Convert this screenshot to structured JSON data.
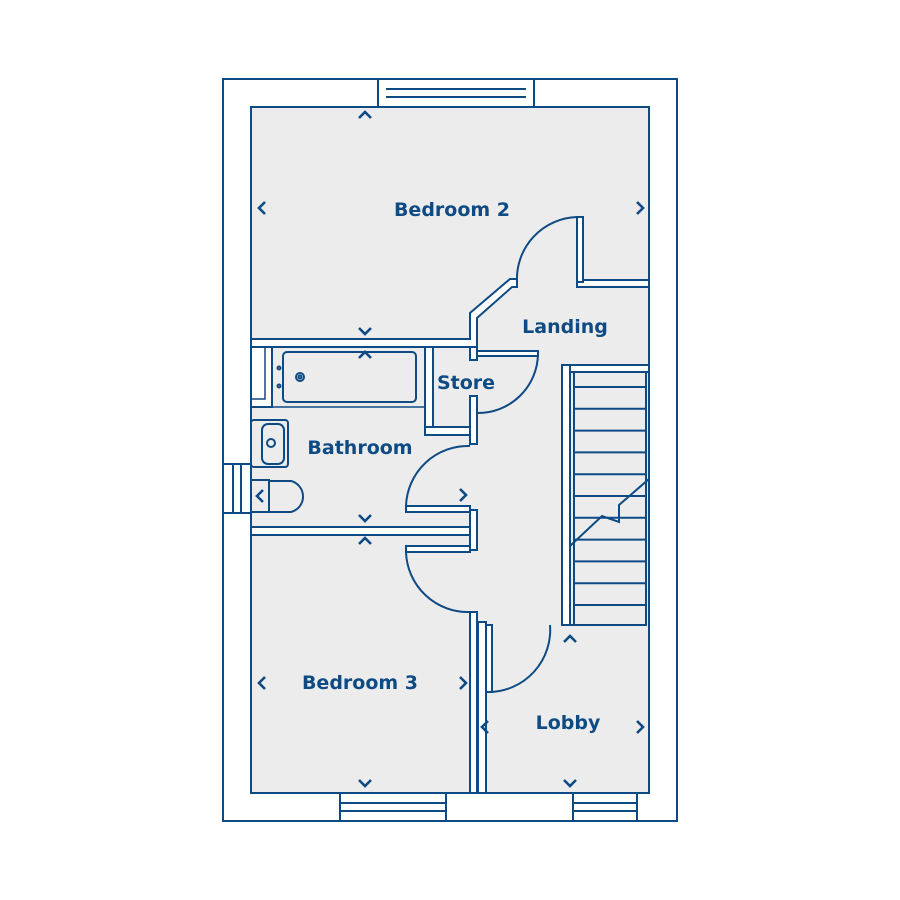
{
  "plan": {
    "colors": {
      "line": "#0e4a84",
      "floor": "#ececec",
      "wall": "#ffffff"
    },
    "rooms": {
      "bedroom2": "Bedroom 2",
      "landing": "Landing",
      "store": "Store",
      "bathroom": "Bathroom",
      "bedroom3": "Bedroom 3",
      "lobby": "Lobby"
    }
  }
}
